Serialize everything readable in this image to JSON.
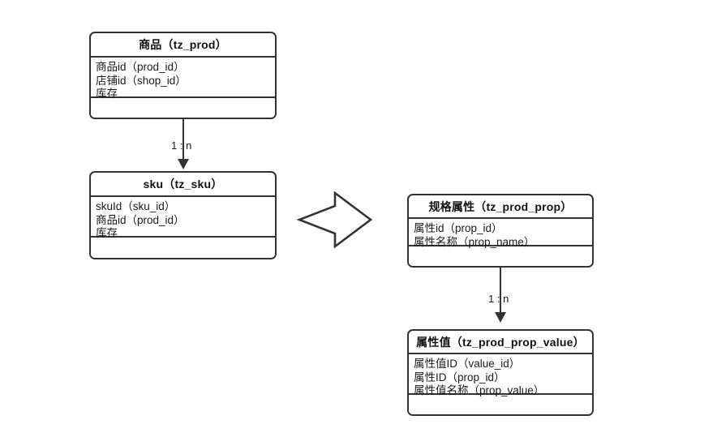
{
  "diagram": {
    "type": "entity-relationship",
    "background": "#ffffff",
    "line_color": "#333333"
  },
  "entities": [
    {
      "id": "prod",
      "title": "商品（tz_prod）",
      "attributes": [
        "商品id（prod_id）",
        "店铺id（shop_id）",
        "库存"
      ],
      "footer": ""
    },
    {
      "id": "sku",
      "title": "sku（tz_sku）",
      "attributes": [
        "skuId（sku_id）",
        "商品id（prod_id）",
        "库存"
      ],
      "footer": ""
    },
    {
      "id": "prop",
      "title": "规格属性（tz_prod_prop）",
      "attributes": [
        "属性id（prop_id）",
        "属性名称（prop_name）"
      ],
      "footer": ""
    },
    {
      "id": "propvalue",
      "title": "属性值（tz_prod_prop_value）",
      "attributes": [
        "属性值ID（value_id）",
        "属性ID（prop_id）",
        "属性值名称（prop_value）"
      ],
      "footer": ""
    }
  ],
  "connectors": [
    {
      "id": "prod-sku",
      "label": "1 : n",
      "from": "prod",
      "to": "sku",
      "arrow": "filled-triangle-down"
    },
    {
      "id": "prop-value",
      "label": "1 : n",
      "from": "prop",
      "to": "propvalue",
      "arrow": "filled-triangle-down"
    }
  ],
  "association_arrow": {
    "id": "sku-prop",
    "shape": "double-headed-arrow",
    "direction": "horizontal"
  }
}
